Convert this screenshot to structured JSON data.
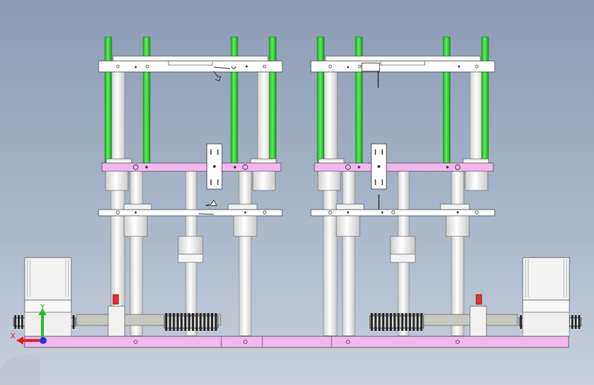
{
  "view": {
    "background_top": "#8a9bb5",
    "background_bottom": "#c9d0dc"
  },
  "triad": {
    "x_label": "X",
    "y_label": "Y",
    "x_color": "#e02020",
    "y_color": "#20c020",
    "z_color": "#2030e0"
  },
  "colors": {
    "guide_rod": "#33dd33",
    "plate_white": "#ffffff",
    "plate_pink": "#f0b8ee",
    "base": "#f0b8ee",
    "column": "#eeeeee",
    "bushing": "#e4e4e4",
    "motor": "#f4f4f4",
    "gear": "#222222",
    "belt": "#c8c8c0",
    "sensor_red": "#e03030"
  },
  "parts": {
    "modules": 2,
    "guide_rods_per_module": 4,
    "columns_per_module": 3,
    "motors": 2
  }
}
